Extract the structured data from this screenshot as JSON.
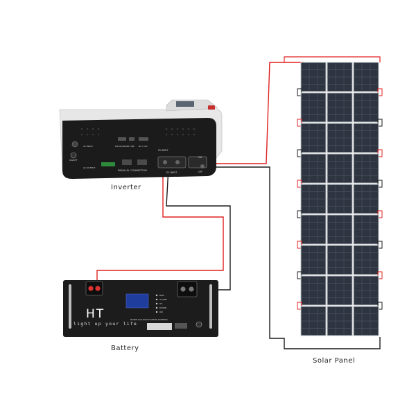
{
  "captions": {
    "inverter": "Inverter",
    "battery": "Battery",
    "solar_panel": "Solar Panel"
  },
  "inverter_panel": {
    "ac_input": "AC INPUT",
    "ac_output": "AC OUTPUT",
    "on_off": "ON/OFF",
    "rs232_usb": "RS232/RS485  USB",
    "nc_c_nc": "NC  C  NC",
    "pv_input": "PV INPUT",
    "parallel": "PARALLEL CONNECTION",
    "dc_input": "DC INPUT",
    "on": "ON",
    "off": "OFF"
  },
  "battery_panel": {
    "brand": "HT",
    "slogan": "light up your life",
    "leds": [
      "RUN",
      "ALARM",
      "UP",
      "DOWN",
      "ON"
    ],
    "port_labels": "RS485 CAN   RS232 RS485 ADDRESS"
  },
  "colors": {
    "positive_wire": "#e02020",
    "negative_wire": "#1a1a1a",
    "inverter_body": "#1b1b1b",
    "inverter_shell": "#e7e7e7",
    "battery_body": "#1c1c1c",
    "cell": "#2e3440",
    "frame": "#bfc3c7"
  }
}
